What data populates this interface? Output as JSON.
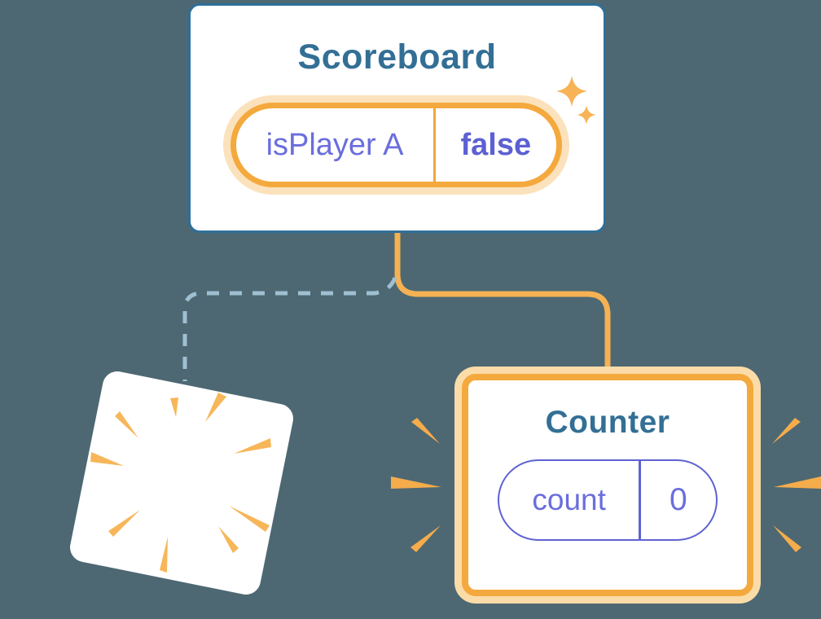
{
  "colors": {
    "canvas-bg": "#4D6872",
    "card-border-blue": "#2E6F9A",
    "title-blue": "#336F95",
    "orange": "#F4A93E",
    "orange-divider": "#F0A73E",
    "orange-light": "#FBE2BC",
    "orange-light2": "#FBDCA8",
    "orange-line": "#F5B153",
    "poof-orange": "#F7B659",
    "burst-orange": "#F5AC4B",
    "sparkle-orange": "#F7B355",
    "purple-text": "#6A6EDC",
    "purple-bold": "#5C60D2",
    "purple-line": "#5E63D2",
    "dash-blue": "#9FBFD2",
    "card-bg": "#FFFFFF"
  },
  "scoreboard": {
    "title": "Scoreboard",
    "state": {
      "label": "isPlayer A",
      "value": "false"
    }
  },
  "counter": {
    "title": "Counter",
    "state": {
      "label": "count",
      "value": "0"
    }
  },
  "diagram": {
    "edges": [
      {
        "from": "Scoreboard",
        "to": "Counter",
        "style": "solid-orange"
      },
      {
        "from": "Scoreboard",
        "to": "removed-component",
        "style": "dashed-blue"
      }
    ],
    "decorations": [
      "sparkle-icon",
      "poof-burst-icon",
      "emphasis-burst-icon"
    ]
  }
}
